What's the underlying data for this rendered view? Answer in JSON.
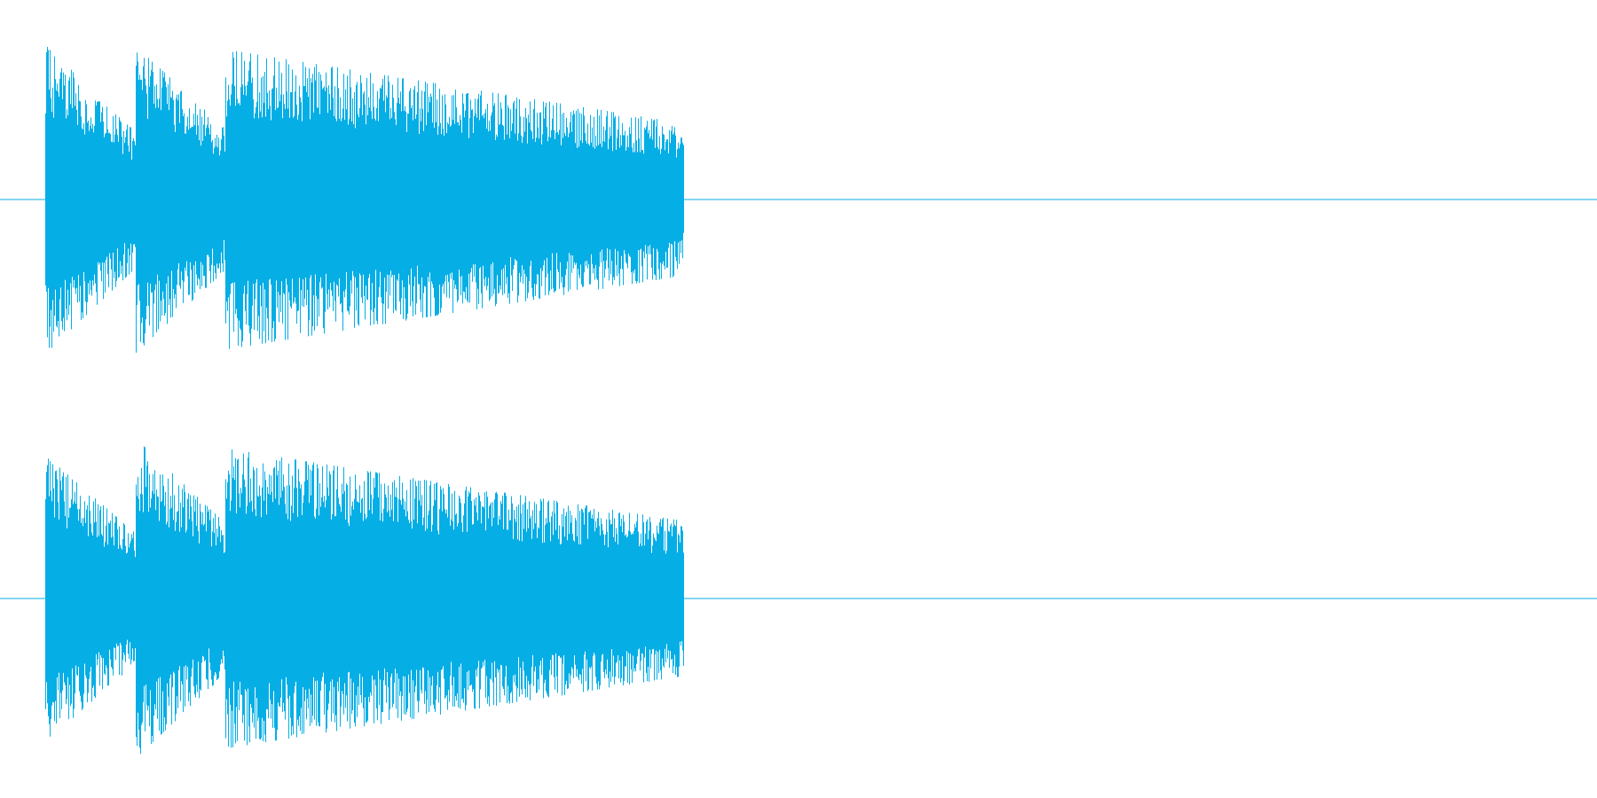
{
  "waveform": {
    "channel_count": 2,
    "colors": {
      "background": "#ffffff",
      "waveform": "#06aee6"
    },
    "channels": [
      {
        "name": "channel-1",
        "bursts": [
          {
            "onset": 0.028,
            "length": 0.056,
            "peak": 0.97,
            "sustain": 0.45,
            "decay": 0.25
          },
          {
            "onset": 0.085,
            "length": 0.056,
            "peak": 0.96,
            "sustain": 0.46,
            "decay": 0.25
          },
          {
            "onset": 0.141,
            "length": 0.28,
            "peak": 0.94,
            "sustain": 0.52,
            "decay": 0.08
          }
        ],
        "tail_end": 0.42
      },
      {
        "name": "channel-2",
        "bursts": [
          {
            "onset": 0.028,
            "length": 0.056,
            "peak": 0.9,
            "sustain": 0.46,
            "decay": 0.25
          },
          {
            "onset": 0.085,
            "length": 0.056,
            "peak": 1.0,
            "sustain": 0.47,
            "decay": 0.25
          },
          {
            "onset": 0.141,
            "length": 0.285,
            "peak": 0.94,
            "sustain": 0.52,
            "decay": 0.08
          }
        ],
        "tail_end": 0.425
      }
    ]
  }
}
